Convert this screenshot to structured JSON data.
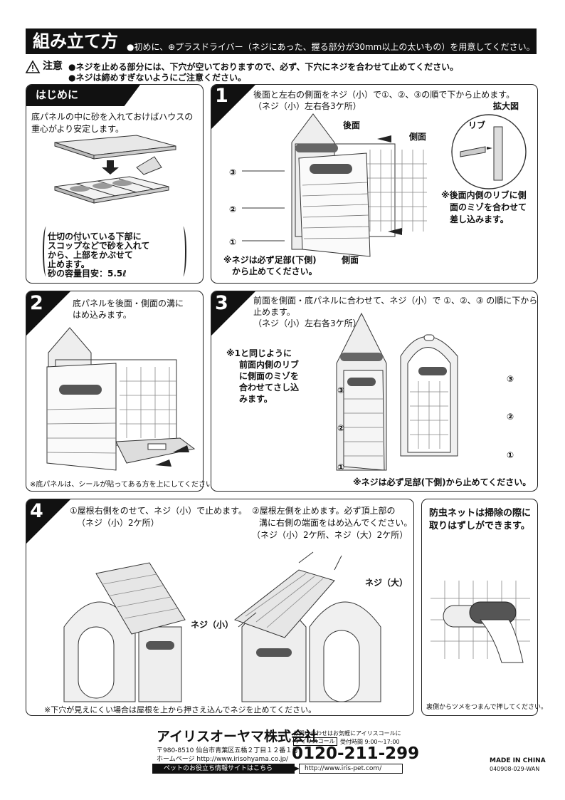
{
  "header": {
    "title": "組み立て方",
    "note": "●初めに、⊕プラスドライバー（ネジにあった、握る部分が30mm以上の太いもの）を用意してください。"
  },
  "caution": {
    "label": "注意",
    "line1": "●ネジを止める部分には、下穴が空いておりますので、必ず、下穴にネジを合わせて止めてください。",
    "line2": "●ネジは締めすぎないようにご注意ください。"
  },
  "intro": {
    "title": "はじめに",
    "text1": "底パネルの中に砂を入れておけばハウスの",
    "text2": "重心がより安定します。",
    "bracket_lines": [
      "仕切の付いている下部に",
      "スコップなどで砂を入れて",
      "から、上部をかぶせて",
      "止めます。",
      "砂の容量目安：5.5ℓ"
    ]
  },
  "step1": {
    "number": "1",
    "line1": "後面と左右の側面をネジ（小）で①、②、③の順で下から止めます。",
    "line2": "（ネジ（小）左右各3ケ所）",
    "label_back": "後面",
    "label_side_top": "側面",
    "label_side_bottom": "側面",
    "zoom_title": "拡大図",
    "zoom_rib": "リブ",
    "n3": "③",
    "n2": "②",
    "n1": "①",
    "note_rib": [
      "※後面内側のリブに側",
      "面のミゾを合わせて",
      "差し込みます。"
    ],
    "note_screw": [
      "※ネジは必ず足部(下側)",
      "から止めてください。"
    ]
  },
  "step2": {
    "number": "2",
    "line1": "底パネルを後面・側面の溝に",
    "line2": "はめ込みます。",
    "note": "※底パネルは、シールが貼ってある方を上にしてください。"
  },
  "step3": {
    "number": "3",
    "line1": "前面を側面・底パネルに合わせて、ネジ（小）で ①、②、③ の順に下から",
    "line2": "止めます。",
    "line3": "（ネジ（小）左右各3ケ所）",
    "note_lines": [
      "※1と同じように",
      "前面内側のリブ",
      "に側面のミゾを",
      "合わせてさし込",
      "みます。"
    ],
    "n3": "③",
    "n2": "②",
    "n1": "①",
    "note_screw": "※ネジは必ず足部(下側)から止めてください。"
  },
  "step4": {
    "number": "4",
    "a1": "①屋根右側をのせて、ネジ（小）で止めます。",
    "a2": "（ネジ（小）2ケ所）",
    "b1": "②屋根左側を止めます。必ず頂上部の",
    "b2": "溝に右側の端面をはめ込んでください。",
    "b3": "（ネジ（小）2ケ所、ネジ（大）2ケ所）",
    "label_small": "ネジ（小）",
    "label_large": "ネジ（大）",
    "note": "※下穴が見えにくい場合は屋根を上から押さえ込んでネジを止めてください。"
  },
  "net": {
    "line1": "防虫ネットは掃除の際に",
    "line2": "取りはずしができます。",
    "caption": "裏側からツメをつまんで押してください。"
  },
  "footer": {
    "company": "アイリスオーヤマ株式会社",
    "address": "〒980-8510 仙台市青葉区五橋２丁目１２番１号",
    "homepage": "ホームページ http://www.irisohyama.co.jp/",
    "inquiry": "お問い合わせはお気軽にアイリスコールに",
    "call_badge": "アイリスコール",
    "hours": "受付時間 9:00～17:00",
    "phone": "0120-211-299",
    "pet_site_label": "ペットのお役立ち情報サイトはこちら",
    "pet_site_url": "http://www.iris-pet.com/",
    "made_in": "MADE IN CHINA",
    "code": "040908-029-WAN"
  }
}
